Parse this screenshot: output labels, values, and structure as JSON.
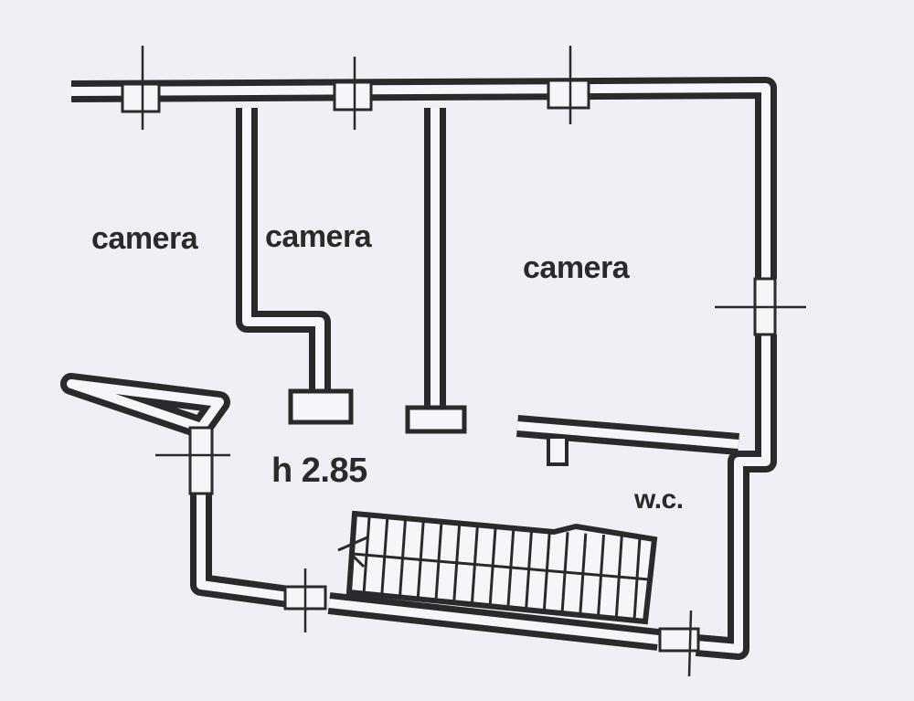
{
  "rooms": {
    "bedroom_left": "camera",
    "bedroom_middle": "camera",
    "bedroom_right": "camera",
    "bathroom": "w.c."
  },
  "ceiling_height": "h 2.85",
  "colors": {
    "ink": "#2a2a2a",
    "paper": "#eef0f5"
  }
}
